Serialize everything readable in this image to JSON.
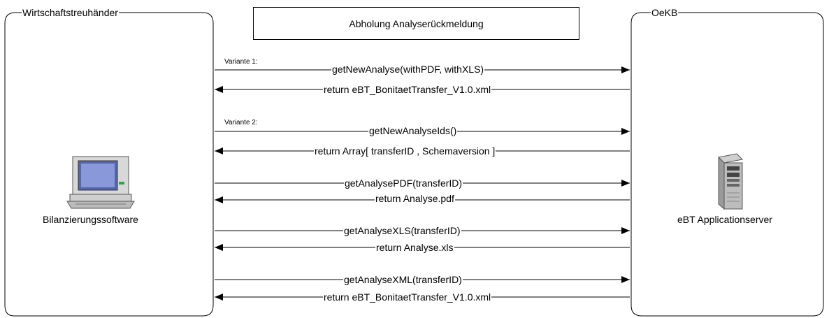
{
  "title": "Abholung Analyserückmeldung",
  "left_lane": {
    "title": "Wirtschaftstreuhänder",
    "caption": "Bilanzierungssoftware",
    "icon": "computer-icon"
  },
  "right_lane": {
    "title": "OeKB",
    "caption": "eBT Applicationserver",
    "icon": "server-icon"
  },
  "variants": [
    "Variante 1:",
    "Variante 2:"
  ],
  "messages": [
    {
      "label": "getNewAnalyse(withPDF, withXLS)",
      "direction": "right"
    },
    {
      "label": "return eBT_BonitaetTransfer_V1.0.xml",
      "direction": "left"
    },
    {
      "label": "getNewAnalyseIds()",
      "direction": "right"
    },
    {
      "label": "return Array[ transferID , Schemaversion ]",
      "direction": "left"
    },
    {
      "label": "getAnalysePDF(transferID)",
      "direction": "right"
    },
    {
      "label": "return Analyse.pdf",
      "direction": "left"
    },
    {
      "label": "getAnalyseXLS(transferID)",
      "direction": "right"
    },
    {
      "label": "return Analyse.xls",
      "direction": "left"
    },
    {
      "label": "getAnalyseXML(transferID)",
      "direction": "right"
    },
    {
      "label": "return eBT_BonitaetTransfer_V1.0.xml",
      "direction": "left"
    }
  ]
}
